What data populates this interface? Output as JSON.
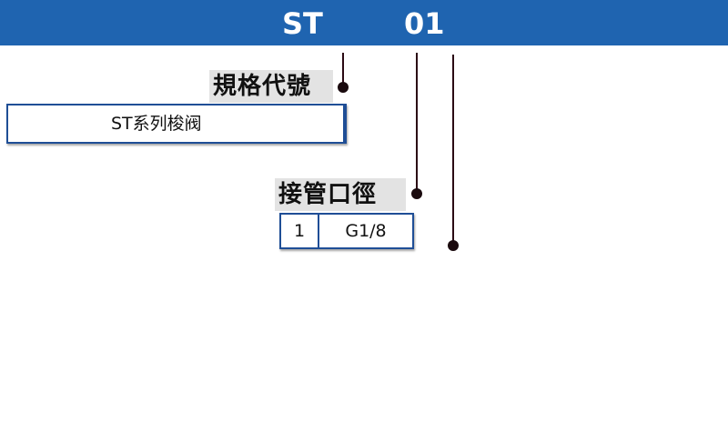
{
  "header": {
    "series_code": "ST",
    "port_code": "01"
  },
  "spec": {
    "label": "規格代號",
    "value": "ST系列梭阀"
  },
  "port": {
    "label": "接管口徑",
    "rows": [
      {
        "code": "1",
        "size": "G1/8"
      }
    ]
  },
  "colors": {
    "header_bg": "#1f64b0",
    "box_border": "#1f4e96",
    "label_bg": "#e3e3e3",
    "connector": "#2b0a14"
  }
}
